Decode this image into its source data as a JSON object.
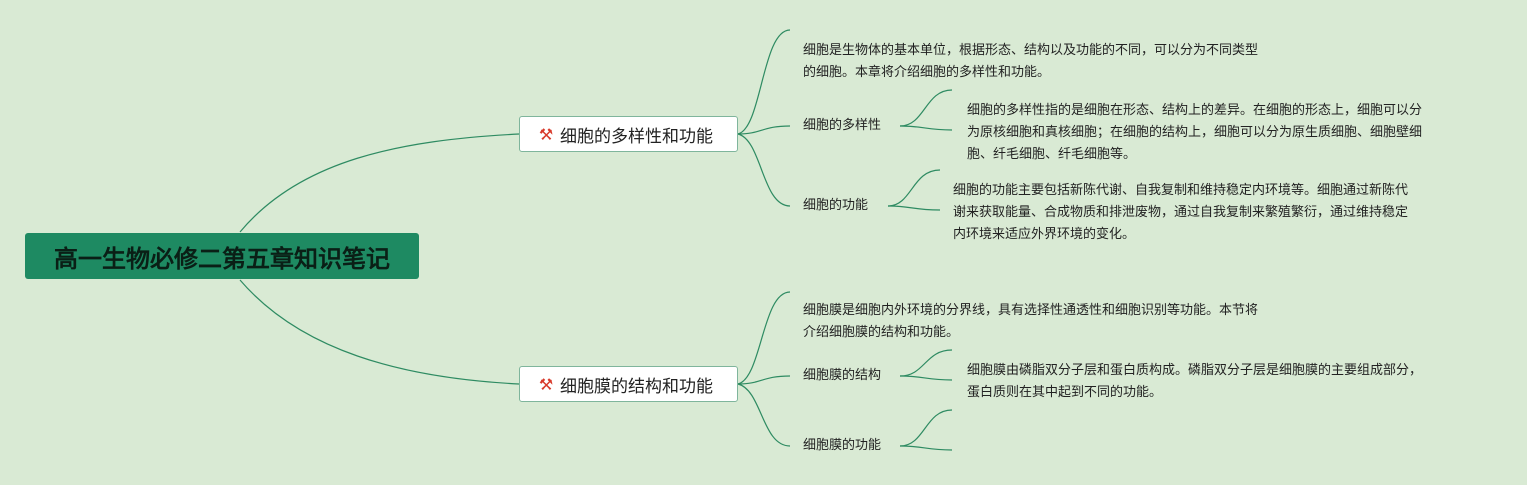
{
  "root": {
    "title": "高一生物必修二第五章知识笔记"
  },
  "branches": [
    {
      "label": "细胞的多样性和功能",
      "icon": "tools-icon",
      "intro": [
        "细胞是生物体的基本单位，根据形态、结构以及功能的不同，可以分为不同类型",
        "的细胞。本章将介绍细胞的多样性和功能。"
      ],
      "topics": [
        {
          "label": "细胞的多样性",
          "detail": [
            "细胞的多样性指的是细胞在形态、结构上的差异。在细胞的形态上，细胞可以分",
            "为原核细胞和真核细胞；在细胞的结构上，细胞可以分为原生质细胞、细胞壁细",
            "胞、纤毛细胞、纤毛细胞等。"
          ]
        },
        {
          "label": "细胞的功能",
          "detail": [
            "细胞的功能主要包括新陈代谢、自我复制和维持稳定内环境等。细胞通过新陈代",
            "谢来获取能量、合成物质和排泄废物，通过自我复制来繁殖繁衍，通过维持稳定",
            "内环境来适应外界环境的变化。"
          ]
        }
      ]
    },
    {
      "label": "细胞膜的结构和功能",
      "icon": "tools-icon",
      "intro": [
        "细胞膜是细胞内外环境的分界线，具有选择性通透性和细胞识别等功能。本节将",
        "介绍细胞膜的结构和功能。"
      ],
      "topics": [
        {
          "label": "细胞膜的结构",
          "detail": [
            "细胞膜由磷脂双分子层和蛋白质构成。磷脂双分子层是细胞膜的主要组成部分，",
            "蛋白质则在其中起到不同的功能。"
          ]
        },
        {
          "label": "细胞膜的功能",
          "detail": []
        }
      ]
    }
  ],
  "colors": {
    "background": "#d9ead4",
    "root_fill": "#1e8a62",
    "connector": "#2e8b62",
    "icon": "#d83a2b"
  }
}
